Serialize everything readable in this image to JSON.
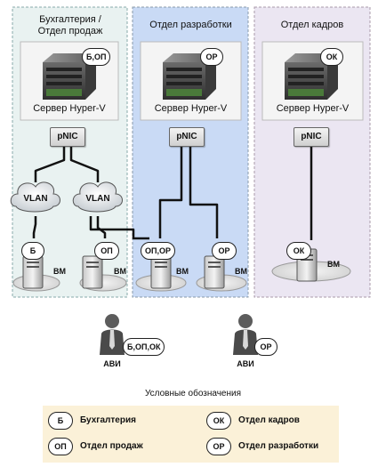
{
  "regions": [
    {
      "title": "Бухгалтерия /\nОтдел продаж",
      "server_label": "Сервер Hyper-V",
      "server_badge": "Б,ОП"
    },
    {
      "title": "Отдел разработки",
      "server_label": "Сервер Hyper-V",
      "server_badge": "ОР"
    },
    {
      "title": "Отдел кадров",
      "server_label": "Сервер Hyper-V",
      "server_badge": "ОК"
    }
  ],
  "pnic_label": "pNIC",
  "vlan_label": "VLAN",
  "vm_label": "ВМ",
  "vms": [
    {
      "badge": "Б"
    },
    {
      "badge": "ОП"
    },
    {
      "badge": "ОП,ОР"
    },
    {
      "badge": "ОР"
    },
    {
      "badge": "ОК"
    }
  ],
  "admins": [
    {
      "badge": "Б,ОП,ОК",
      "label": "АВИ"
    },
    {
      "badge": "ОР",
      "label": "АВИ"
    }
  ],
  "legend": {
    "title": "Условные обозначения",
    "items": [
      {
        "code": "Б",
        "text": "Бухгалтерия"
      },
      {
        "code": "ОК",
        "text": "Отдел кадров"
      },
      {
        "code": "ОП",
        "text": "Отдел продаж"
      },
      {
        "code": "ОР",
        "text": "Отдел разработки"
      }
    ]
  },
  "colors": {
    "region_left_bg": "#e9f2f1",
    "region_mid_bg": "#c9daf5",
    "region_right_bg": "#ebe6f2",
    "legend_bg": "#fbf1d8"
  }
}
